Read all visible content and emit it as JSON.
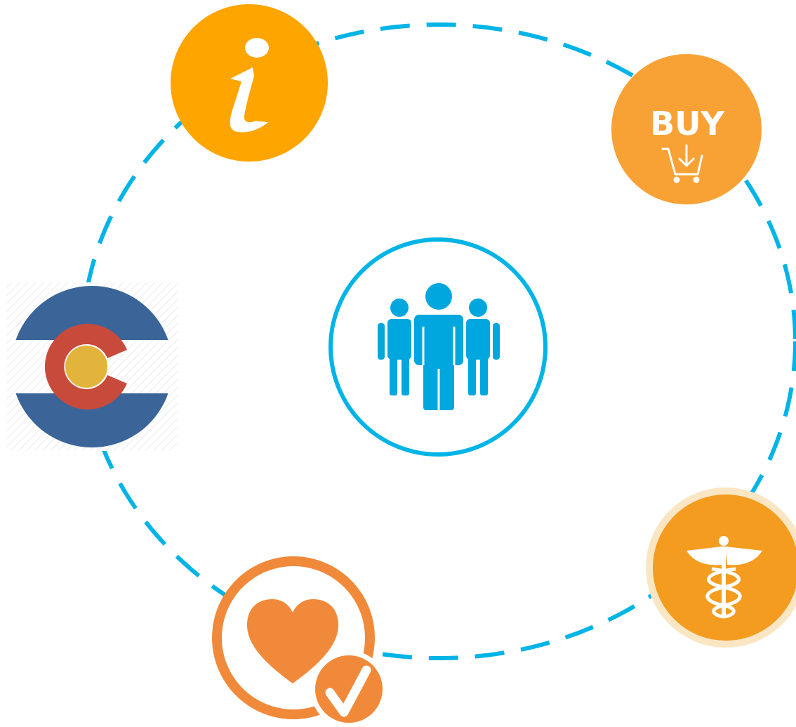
{
  "diagram": {
    "ring_color": "#00b4e6",
    "center": {
      "icon": "group-of-people-icon",
      "color": "#00a7df"
    },
    "nodes": [
      {
        "id": "info",
        "icon": "info-icon",
        "color": "#ffa500"
      },
      {
        "id": "buy",
        "icon": "buy-cart-icon",
        "label": "BUY",
        "color": "#f8a236"
      },
      {
        "id": "colorado",
        "icon": "colorado-flag-icon",
        "colors": {
          "blue": "#3b6598",
          "red": "#c84a3b",
          "gold": "#e3b43c"
        }
      },
      {
        "id": "health",
        "icon": "caduceus-icon",
        "color": "#f39c20"
      },
      {
        "id": "favorite",
        "icon": "heart-check-icon",
        "color": "#f08a3a"
      }
    ]
  }
}
